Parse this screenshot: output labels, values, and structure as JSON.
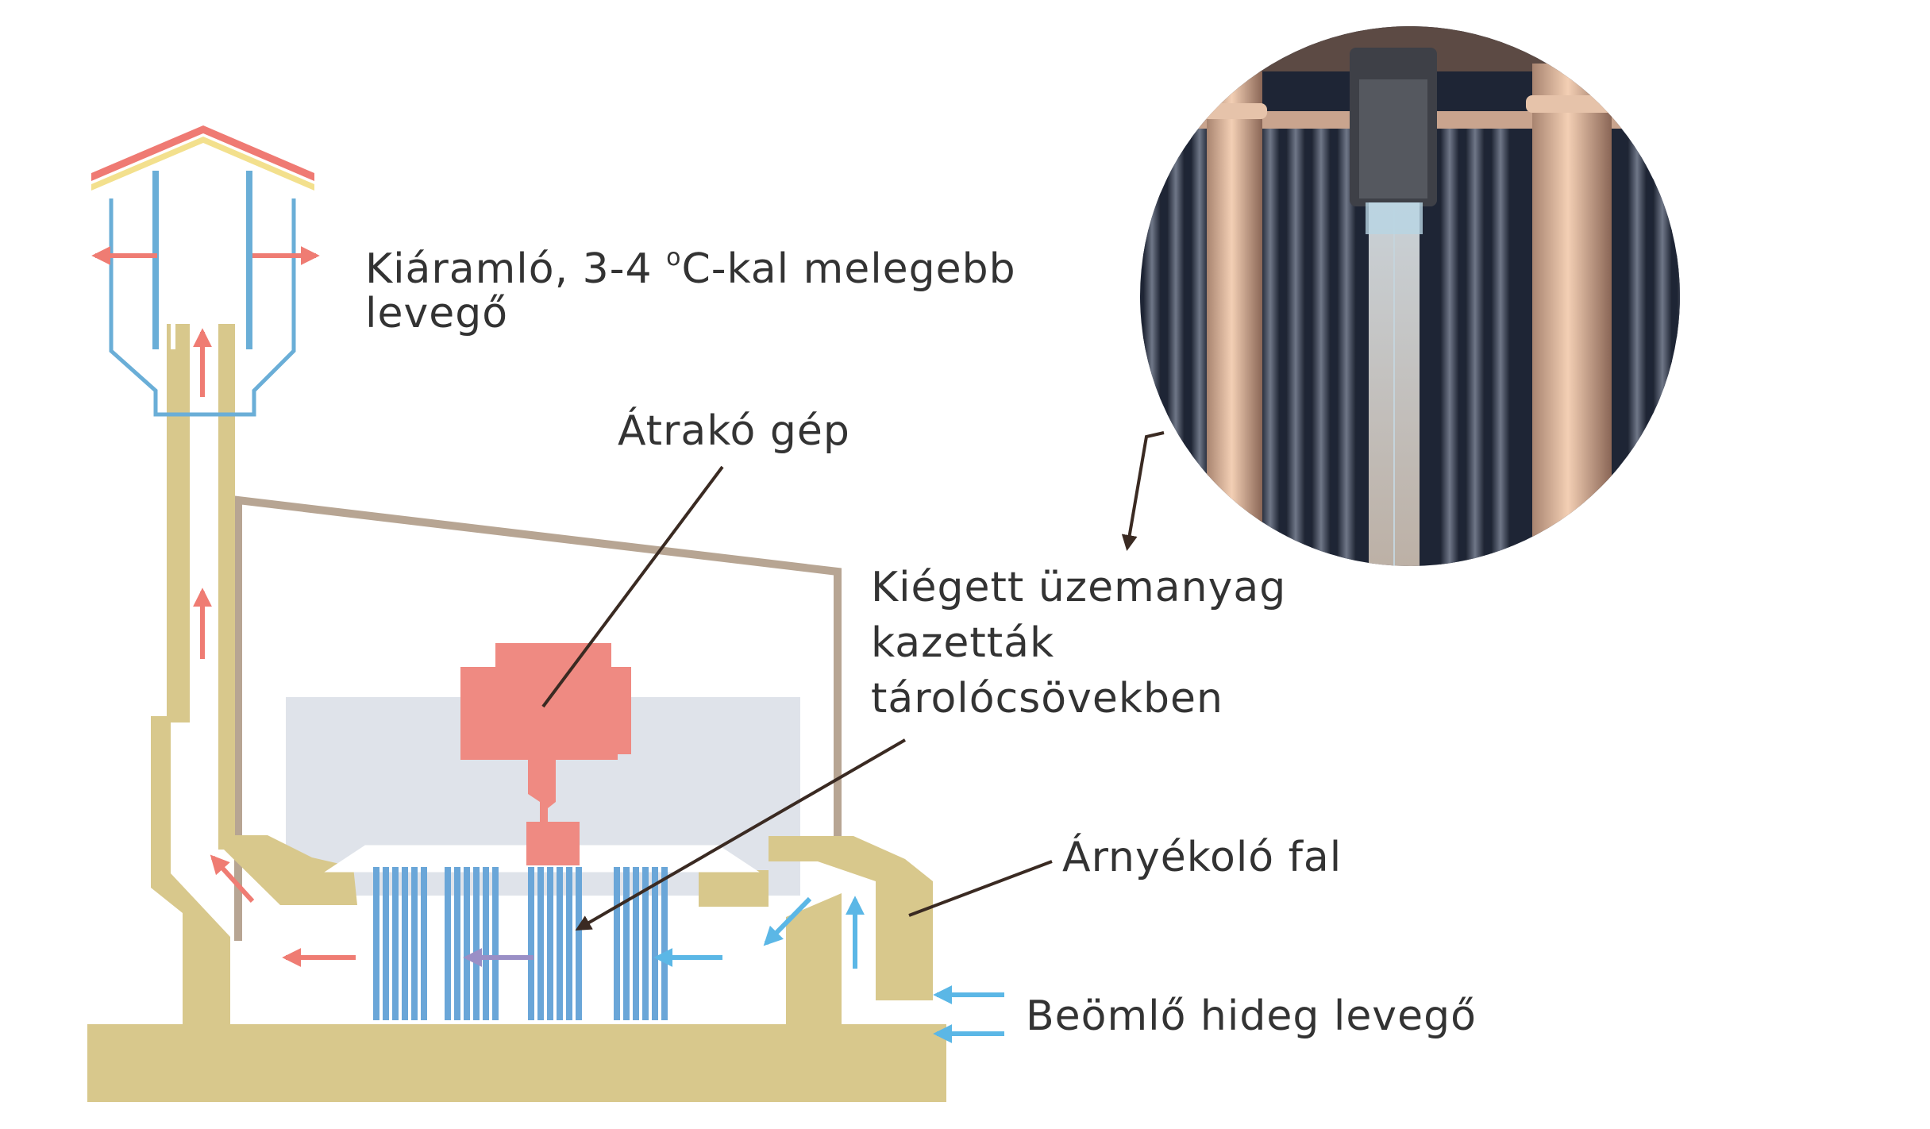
{
  "labels": {
    "warm_air_line1_prefix": "Kiáramló, 3-4 ",
    "degree_symbol": "o",
    "warm_air_line1_suffix": "C-kal melegebb",
    "warm_air_line2": "levegő",
    "transfer_machine": "Átrakó gép",
    "spent_fuel_line1": "Kiégett üzemanyag",
    "spent_fuel_line2": "kazetták",
    "spent_fuel_line3": "tárolócsövekben",
    "shield_wall": "Árnyékoló fal",
    "cold_air": "Beömlő hideg levegő"
  },
  "colors": {
    "concrete": "#d8c88c",
    "warm_arrow": "#ef7c73",
    "cold_arrow": "#5bb7e6",
    "mid_arrow": "#9a8fc6",
    "duct_outline": "#6aaed7",
    "fuel_tubes": "#6aa6d8",
    "machine": "#ef8a82",
    "hall_bg": "#dfe3ea",
    "roof_red": "#ef7a73",
    "roof_yellow": "#f3e08d",
    "hall_line": "#b7a593",
    "leader": "#3a2a22"
  }
}
